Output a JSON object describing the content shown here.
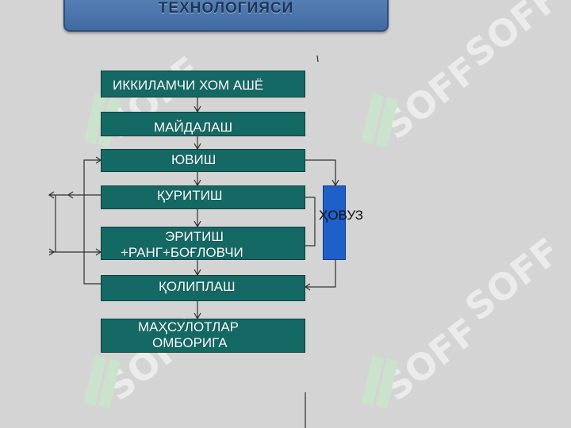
{
  "header": {
    "title": "ТЕХНОЛОГИЯСИ"
  },
  "watermark": {
    "text": "SOFF",
    "color": "#ffffff"
  },
  "diagram": {
    "steps": [
      {
        "label": "ИККИЛАМЧИ ХОМ АШЁ"
      },
      {
        "label": "МАЙДАЛАШ"
      },
      {
        "label": "ЮВИШ"
      },
      {
        "label": "ҚУРИТИШ"
      },
      {
        "label_line1": "ЭРИТИШ",
        "label_line2": "+РАНГ+БОҒЛОВЧИ"
      },
      {
        "label": "ҚОЛИПЛАШ"
      },
      {
        "label_line1": "МАҲСУЛОТЛАР",
        "label_line2": "ОМБОРИГА"
      }
    ],
    "pool": {
      "label": "ҲОВУЗ"
    }
  },
  "colors": {
    "step_fill": "#146965",
    "pool_fill": "#1f60c8",
    "banner": "#4a74ab",
    "background": "#d4d4d4"
  }
}
